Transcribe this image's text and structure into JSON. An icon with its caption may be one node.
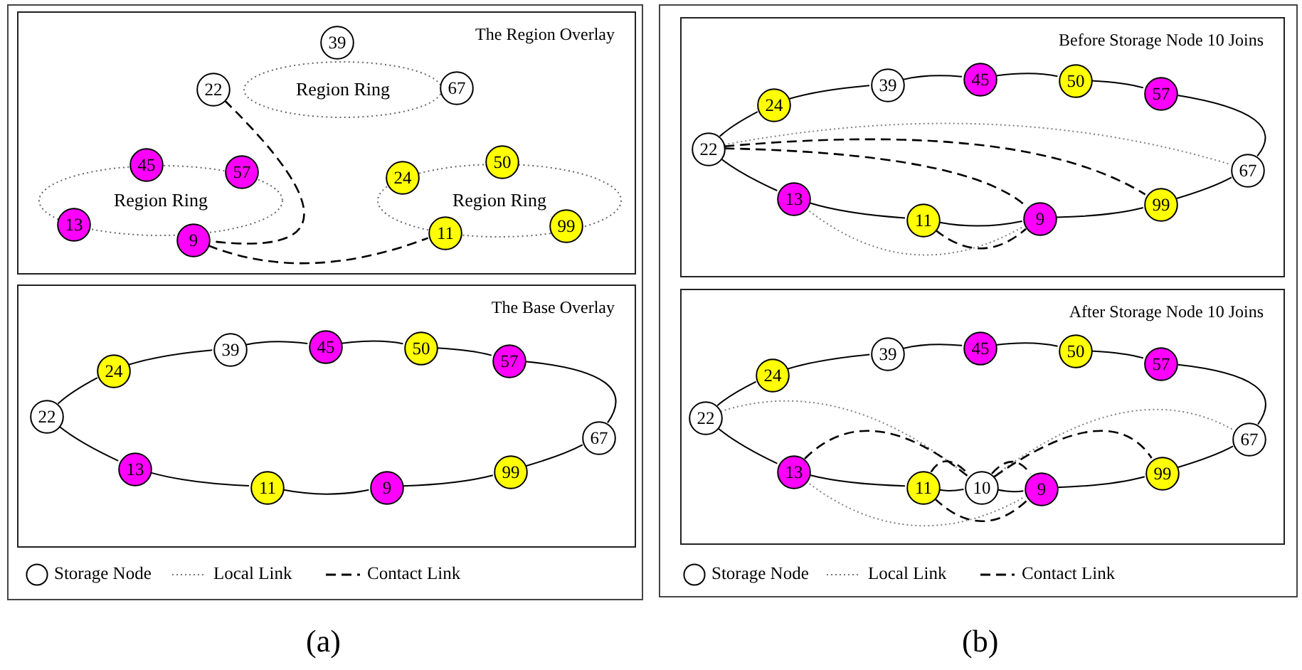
{
  "diagram": {
    "nodes": [
      {
        "text": [
          "The Region Overlay"
        ]
      },
      {
        "text": [
          "Region Ring"
        ],
        "in": 0
      },
      {
        "text": [
          "22"
        ],
        "in": 0
      },
      {
        "text": [
          "39"
        ],
        "in": 0
      },
      {
        "text": [
          "67"
        ],
        "in": 0
      },
      {
        "text": [
          "Region Ring"
        ],
        "in": 0
      },
      {
        "text": [
          "45"
        ],
        "in": 0
      },
      {
        "text": [
          "57"
        ],
        "in": 0
      },
      {
        "text": [
          "13"
        ],
        "in": 0
      },
      {
        "text": [
          "9"
        ],
        "in": 0
      },
      {
        "text": [
          "Region Ring"
        ],
        "in": 0
      },
      {
        "text": [
          "24"
        ],
        "in": 0
      },
      {
        "text": [
          "50"
        ],
        "in": 0
      },
      {
        "text": [
          "11"
        ],
        "in": 0
      },
      {
        "text": [
          "99"
        ],
        "in": 0
      },
      {
        "text": [
          "The Base Overlay"
        ]
      },
      {
        "text": [
          "22"
        ],
        "in": 15
      },
      {
        "text": [
          "24"
        ],
        "in": 15
      },
      {
        "text": [
          "39"
        ],
        "in": 15
      },
      {
        "text": [
          "45"
        ],
        "in": 15
      },
      {
        "text": [
          "50"
        ],
        "in": 15
      },
      {
        "text": [
          "57"
        ],
        "in": 15
      },
      {
        "text": [
          "67"
        ],
        "in": 15
      },
      {
        "text": [
          "99"
        ],
        "in": 15
      },
      {
        "text": [
          "9"
        ],
        "in": 15
      },
      {
        "text": [
          "11"
        ],
        "in": 15
      },
      {
        "text": [
          "13"
        ],
        "in": 15
      },
      {
        "text": [
          "Before Storage Node 10 Joins"
        ]
      },
      {
        "text": [
          "22"
        ],
        "in": 27
      },
      {
        "text": [
          "24"
        ],
        "in": 27
      },
      {
        "text": [
          "39"
        ],
        "in": 27
      },
      {
        "text": [
          "45"
        ],
        "in": 27
      },
      {
        "text": [
          "50"
        ],
        "in": 27
      },
      {
        "text": [
          "57"
        ],
        "in": 27
      },
      {
        "text": [
          "67"
        ],
        "in": 27
      },
      {
        "text": [
          "99"
        ],
        "in": 27
      },
      {
        "text": [
          "9"
        ],
        "in": 27
      },
      {
        "text": [
          "11"
        ],
        "in": 27
      },
      {
        "text": [
          "13"
        ],
        "in": 27
      },
      {
        "text": [
          "After Storage Node 10 Joins"
        ]
      },
      {
        "text": [
          "22"
        ],
        "in": 39
      },
      {
        "text": [
          "24"
        ],
        "in": 39
      },
      {
        "text": [
          "39"
        ],
        "in": 39
      },
      {
        "text": [
          "45"
        ],
        "in": 39
      },
      {
        "text": [
          "50"
        ],
        "in": 39
      },
      {
        "text": [
          "57"
        ],
        "in": 39
      },
      {
        "text": [
          "67"
        ],
        "in": 39
      },
      {
        "text": [
          "99"
        ],
        "in": 39
      },
      {
        "text": [
          "9"
        ],
        "in": 39
      },
      {
        "text": [
          "10"
        ],
        "in": 39
      },
      {
        "text": [
          "11"
        ],
        "in": 39
      },
      {
        "text": [
          "13"
        ],
        "in": 39
      }
    ],
    "edges": [
      {
        "from": 2,
        "to": 9,
        "arrow": "none",
        "style": "dashed"
      },
      {
        "from": 9,
        "to": 13,
        "arrow": "none",
        "style": "dashed"
      },
      {
        "from": 16,
        "to": 17,
        "arrow": "none"
      },
      {
        "from": 17,
        "to": 18,
        "arrow": "none"
      },
      {
        "from": 18,
        "to": 19,
        "arrow": "none"
      },
      {
        "from": 19,
        "to": 20,
        "arrow": "none"
      },
      {
        "from": 20,
        "to": 21,
        "arrow": "none"
      },
      {
        "from": 21,
        "to": 22,
        "arrow": "none"
      },
      {
        "from": 22,
        "to": 23,
        "arrow": "none"
      },
      {
        "from": 23,
        "to": 24,
        "arrow": "none"
      },
      {
        "from": 24,
        "to": 25,
        "arrow": "none"
      },
      {
        "from": 25,
        "to": 26,
        "arrow": "none"
      },
      {
        "from": 26,
        "to": 16,
        "arrow": "none"
      },
      {
        "from": 28,
        "to": 29,
        "arrow": "none"
      },
      {
        "from": 29,
        "to": 30,
        "arrow": "none"
      },
      {
        "from": 30,
        "to": 31,
        "arrow": "none"
      },
      {
        "from": 31,
        "to": 32,
        "arrow": "none"
      },
      {
        "from": 32,
        "to": 33,
        "arrow": "none"
      },
      {
        "from": 33,
        "to": 34,
        "arrow": "none"
      },
      {
        "from": 34,
        "to": 35,
        "arrow": "none"
      },
      {
        "from": 35,
        "to": 36,
        "arrow": "none"
      },
      {
        "from": 36,
        "to": 37,
        "arrow": "none"
      },
      {
        "from": 37,
        "to": 38,
        "arrow": "none"
      },
      {
        "from": 38,
        "to": 28,
        "arrow": "none"
      },
      {
        "from": 28,
        "to": 34,
        "arrow": "none",
        "style": "dashed",
        "color": "#808080"
      },
      {
        "from": 28,
        "to": 35,
        "arrow": "none",
        "style": "dashed"
      },
      {
        "from": 28,
        "to": 36,
        "arrow": "none",
        "style": "dashed"
      },
      {
        "from": 37,
        "to": 36,
        "arrow": "none",
        "style": "dashed"
      },
      {
        "from": 38,
        "to": 36,
        "arrow": "none",
        "style": "dashed",
        "color": "#808080"
      },
      {
        "from": 40,
        "to": 41,
        "arrow": "none"
      },
      {
        "from": 41,
        "to": 42,
        "arrow": "none"
      },
      {
        "from": 42,
        "to": 43,
        "arrow": "none"
      },
      {
        "from": 43,
        "to": 44,
        "arrow": "none"
      },
      {
        "from": 44,
        "to": 45,
        "arrow": "none"
      },
      {
        "from": 45,
        "to": 46,
        "arrow": "none"
      },
      {
        "from": 46,
        "to": 47,
        "arrow": "none"
      },
      {
        "from": 47,
        "to": 48,
        "arrow": "none"
      },
      {
        "from": 48,
        "to": 49,
        "arrow": "none"
      },
      {
        "from": 49,
        "to": 50,
        "arrow": "none"
      },
      {
        "from": 50,
        "to": 51,
        "arrow": "none"
      },
      {
        "from": 51,
        "to": 40,
        "arrow": "none"
      },
      {
        "from": 40,
        "to": 49,
        "arrow": "none",
        "style": "dashed",
        "color": "#808080"
      },
      {
        "from": 49,
        "to": 46,
        "arrow": "none",
        "style": "dashed",
        "color": "#808080"
      },
      {
        "from": 51,
        "to": 49,
        "arrow": "none",
        "style": "dashed"
      },
      {
        "from": 49,
        "to": 47,
        "arrow": "none",
        "style": "dashed"
      },
      {
        "from": 50,
        "to": 49,
        "arrow": "none",
        "style": "dashed"
      },
      {
        "from": 49,
        "to": 48,
        "arrow": "none",
        "style": "dashed"
      },
      {
        "from": 50,
        "to": 48,
        "arrow": "none",
        "style": "dashed"
      },
      {
        "from": 51,
        "to": 48,
        "arrow": "none",
        "style": "dashed",
        "color": "#808080"
      }
    ],
    "labels": [
      "(a)",
      "(b)"
    ],
    "legend": [
      {
        "text": "Storage Node"
      },
      {
        "text": "Local Link"
      },
      {
        "text": "Contact Link"
      },
      {
        "text": "Storage Node"
      },
      {
        "text": "Local Link"
      },
      {
        "text": "Contact Link"
      }
    ]
  }
}
